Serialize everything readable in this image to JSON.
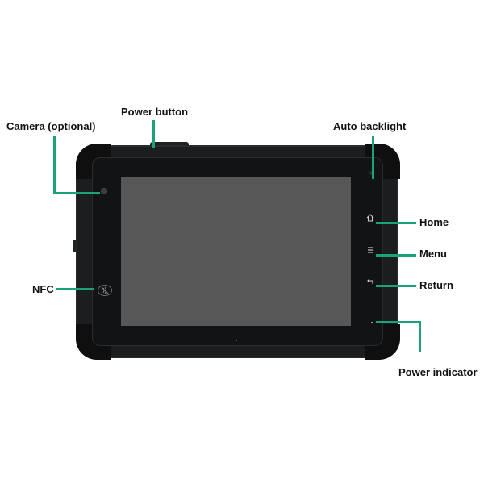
{
  "labels": {
    "camera": "Camera (optional)",
    "power_button": "Power button",
    "auto_backlight": "Auto backlight",
    "home": "Home",
    "menu": "Menu",
    "return": "Return",
    "nfc": "NFC",
    "power_indicator": "Power indicator"
  },
  "colors": {
    "leader": "#1aa37a",
    "body": "#1c1d1f",
    "screen": "#575758"
  },
  "icons": {
    "home": "home-icon",
    "menu": "menu-icon",
    "return": "return-icon",
    "nfc": "nfc-icon"
  }
}
